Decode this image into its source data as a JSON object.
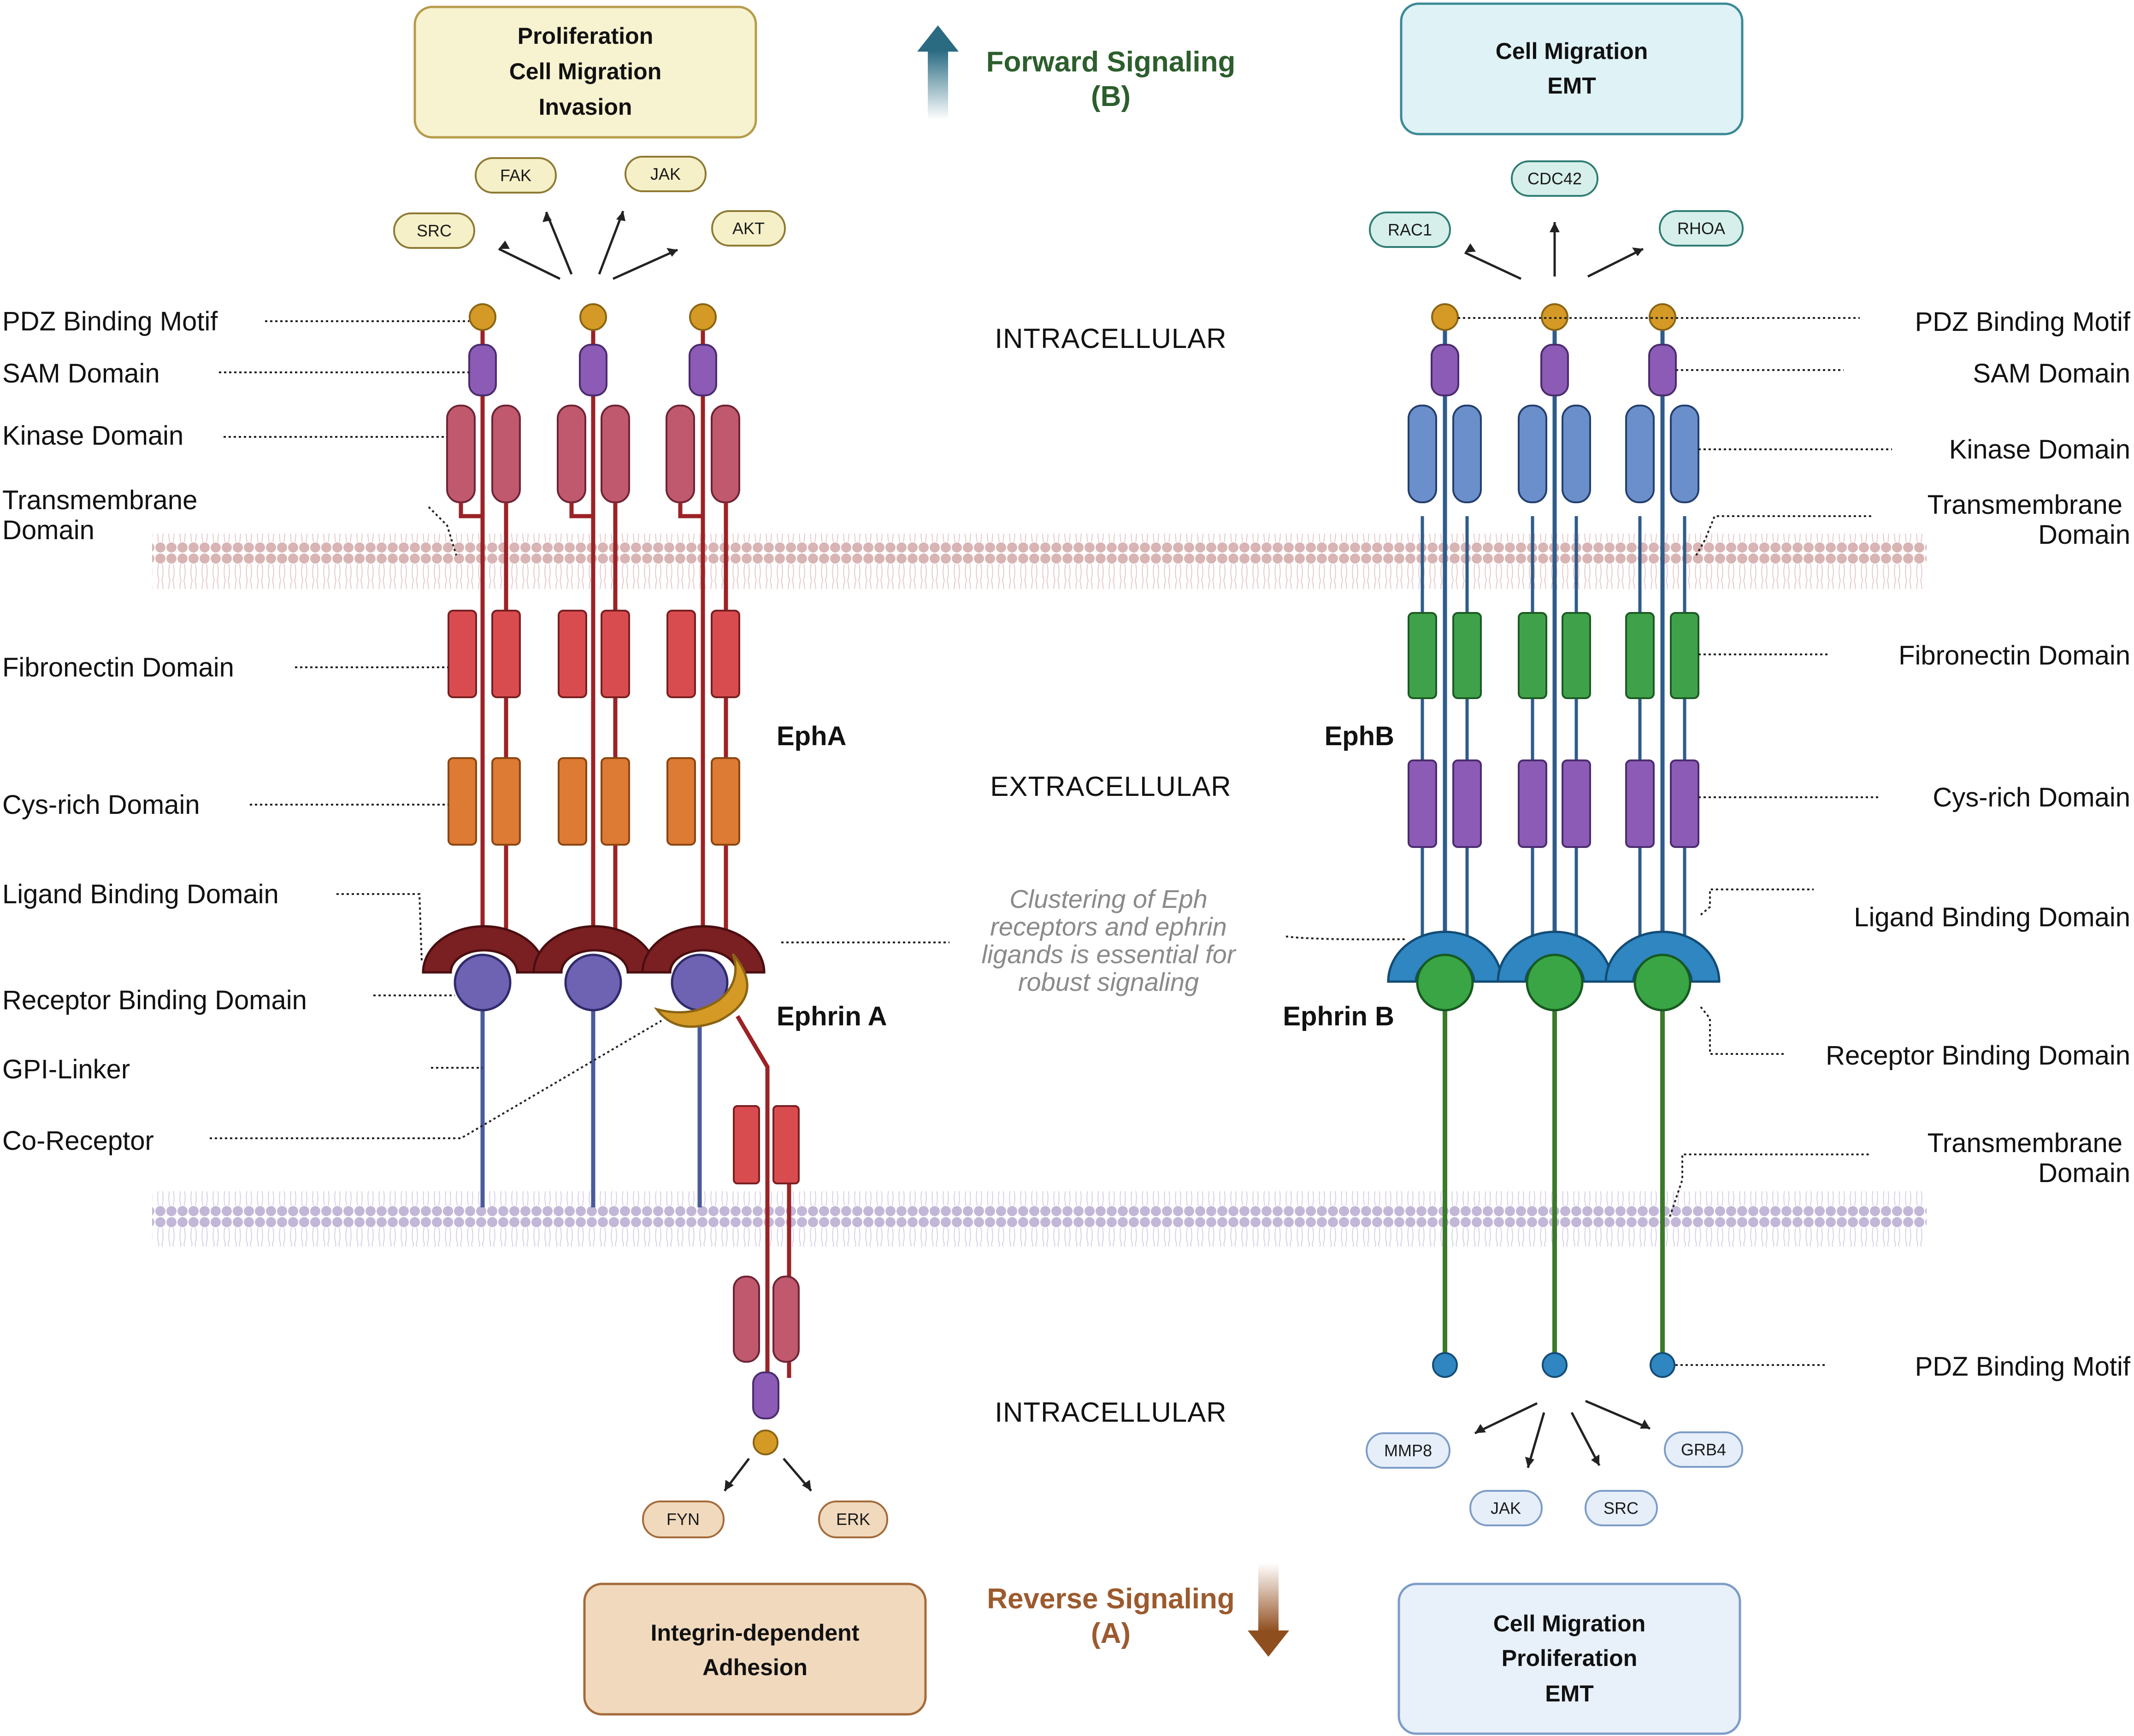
{
  "colors": {
    "epha_stalk": "#9b2226",
    "epha_kinase": "#c0596e",
    "epha_fibronectin": "#d84c4f",
    "epha_cys": "#dd7a33",
    "sam": "#8b5bb5",
    "pdz_a": "#d49a25",
    "ligand_a": "#7a1f22",
    "rbd_a": "#6e63b3",
    "gpi": "#4a5a9c",
    "coreceptor": "#d49a25",
    "ephb_stalk": "#2f5c8a",
    "ephb_kinase": "#6a8fcb",
    "ephb_fibronectin": "#3fa24a",
    "ephb_cys": "#8b5bb5",
    "ligand_b": "#2f86c1",
    "rbd_b": "#3aa545",
    "ephrinb_stalk": "#3b7a2a",
    "pdz_b": "#2f86c1",
    "forward": "#2d5e2d",
    "reverse": "#9c5a2e"
  },
  "top_left_box": {
    "line1": "Proliferation",
    "line2": "Cell Migration",
    "line3": "Invasion"
  },
  "top_right_box": {
    "line1": "Cell Migration",
    "line2": "EMT"
  },
  "bottom_left_box": {
    "line1": "Integrin-dependent",
    "line2": "Adhesion"
  },
  "bottom_right_box": {
    "line1": "Cell Migration",
    "line2": "Proliferation",
    "line3": "EMT"
  },
  "forward": {
    "title": "Forward Signaling",
    "sub": "(B)"
  },
  "reverse": {
    "title": "Reverse Signaling",
    "sub": "(A)"
  },
  "regions": {
    "intra_top": "INTRACELLULAR",
    "extra": "EXTRACELLULAR",
    "intra_bottom": "INTRACELLULAR"
  },
  "clustering_note": {
    "line1": "Clustering of Eph",
    "line2": "receptors and ephrin",
    "line3": "ligands is essential for",
    "line4": "robust signaling"
  },
  "pills_top_left": [
    "SRC",
    "FAK",
    "JAK",
    "AKT"
  ],
  "pills_top_right": [
    "RAC1",
    "CDC42",
    "RHOA"
  ],
  "pills_bottom_center": [
    "FYN",
    "ERK"
  ],
  "pills_bottom_right": [
    "MMP8",
    "GRB4",
    "JAK",
    "SRC"
  ],
  "names": {
    "epha": "EphA",
    "ephb": "EphB",
    "ephrin_a": "Ephrin A",
    "ephrin_b": "Ephrin B"
  },
  "left_labels": {
    "pdz": "PDZ Binding Motif",
    "sam": "SAM Domain",
    "kinase": "Kinase Domain",
    "tm1": "Transmembrane",
    "tm2": "Domain",
    "fibronectin": "Fibronectin Domain",
    "cys": "Cys-rich Domain",
    "ligand": "Ligand Binding Domain",
    "receptor": "Receptor Binding Domain",
    "gpi": "GPI-Linker",
    "coreceptor": "Co-Receptor"
  },
  "right_labels": {
    "pdz": "PDZ Binding Motif",
    "sam": "SAM Domain",
    "kinase": "Kinase Domain",
    "tm1": "Transmembrane",
    "tm2": "Domain",
    "fibronectin": "Fibronectin Domain",
    "cys": "Cys-rich Domain",
    "ligand": "Ligand Binding Domain",
    "receptor": "Receptor Binding Domain",
    "tm1_b": "Transmembrane",
    "tm2_b": "Domain",
    "pdz_b": "PDZ Binding Motif"
  }
}
